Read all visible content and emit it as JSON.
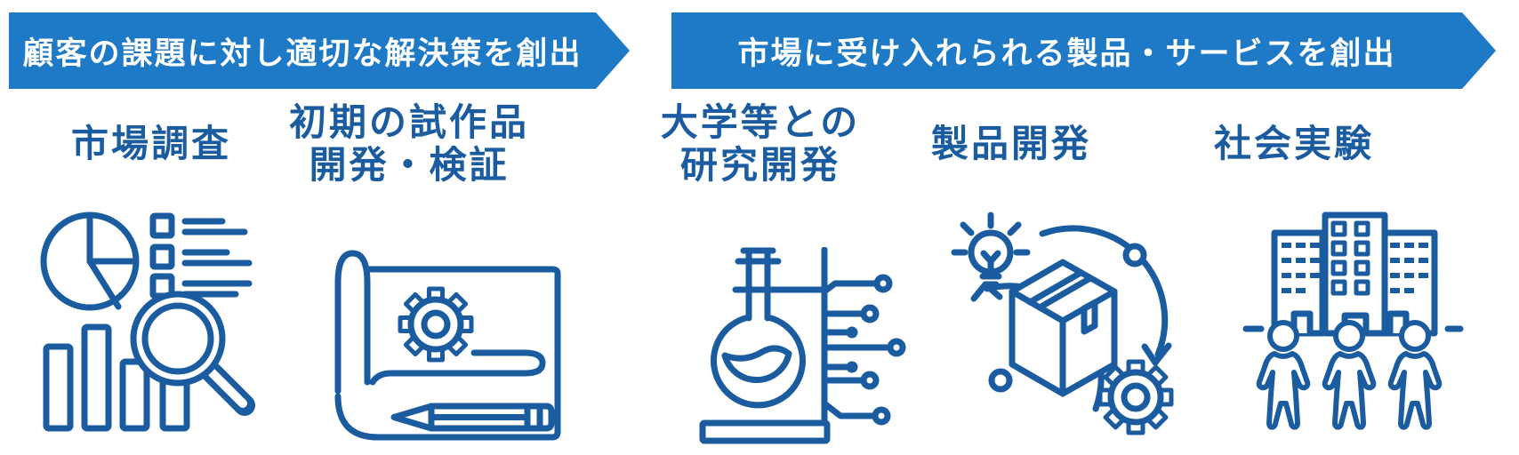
{
  "colors": {
    "banner_fill": "#1E7AC6",
    "deep_blue": "#1A5C9F",
    "banner_text": "#FFFFFF",
    "background": "#FFFFFF"
  },
  "banners": [
    {
      "label": "顧客の課題に対し適切な解決策を創出"
    },
    {
      "label": "市場に受け入れられる製品・サービスを創出"
    }
  ],
  "steps": [
    {
      "name": "market-research",
      "lines": [
        "市場調査"
      ],
      "icon": "market-research-icon"
    },
    {
      "name": "prototype-development",
      "lines": [
        "初期の試作品",
        "開発・検証"
      ],
      "icon": "prototype-blueprint-icon"
    },
    {
      "name": "university-rnd",
      "lines": [
        "大学等との",
        "研究開発"
      ],
      "icon": "university-rnd-flask-icon"
    },
    {
      "name": "product-development",
      "lines": [
        "製品開発"
      ],
      "icon": "product-development-icon"
    },
    {
      "name": "social-experiment",
      "lines": [
        "社会実験"
      ],
      "icon": "social-experiment-icon"
    }
  ]
}
